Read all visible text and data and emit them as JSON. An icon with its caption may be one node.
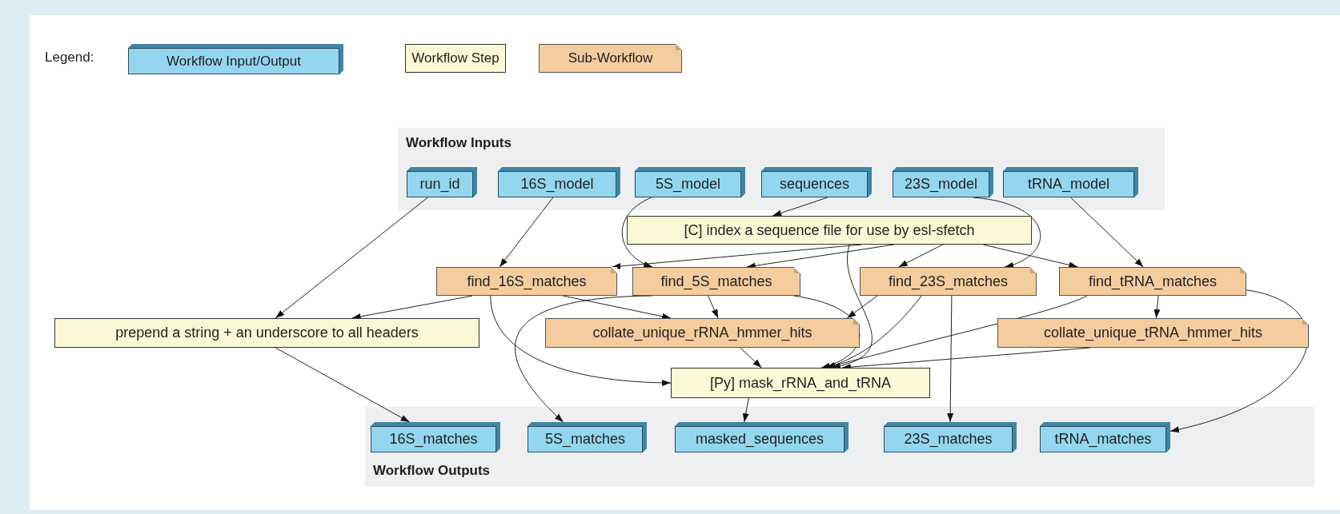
{
  "diagram": {
    "nodes": [
      {
        "text": [
          "Workflow Inputs"
        ]
      },
      {
        "text": [
          "run_id"
        ],
        "in": 0
      },
      {
        "text": [
          "16S_model"
        ],
        "in": 0
      },
      {
        "text": [
          "5S_model"
        ],
        "in": 0
      },
      {
        "text": [
          "sequences"
        ],
        "in": 0
      },
      {
        "text": [
          "23S_model"
        ],
        "in": 0
      },
      {
        "text": [
          "tRNA_model"
        ],
        "in": 0
      },
      {
        "text": [
          "[C] index a sequence file for use by esl-sfetch"
        ]
      },
      {
        "text": [
          "find_16S_matches"
        ]
      },
      {
        "text": [
          "find_5S_matches"
        ]
      },
      {
        "text": [
          "find_23S_matches"
        ]
      },
      {
        "text": [
          "find_tRNA_matches"
        ]
      },
      {
        "text": [
          "prepend a string + an underscore to all headers"
        ]
      },
      {
        "text": [
          "collate_unique_rRNA_hmmer_hits"
        ]
      },
      {
        "text": [
          "collate_unique_tRNA_hmmer_hits"
        ]
      },
      {
        "text": [
          "[Py] mask_rRNA_and_tRNA"
        ]
      },
      {
        "text": [
          "Workflow Outputs"
        ]
      },
      {
        "text": [
          "16S_matches"
        ],
        "in": 16
      },
      {
        "text": [
          "5S_matches"
        ],
        "in": 16
      },
      {
        "text": [
          "masked_sequences"
        ],
        "in": 16
      },
      {
        "text": [
          "23S_matches"
        ],
        "in": 16
      },
      {
        "text": [
          "tRNA_matches"
        ],
        "in": 16
      }
    ],
    "edges": [
      {
        "from": 1,
        "to": 12,
        "arrow": "to"
      },
      {
        "from": 2,
        "to": 8,
        "arrow": "to"
      },
      {
        "from": 3,
        "to": 9,
        "arrow": "to"
      },
      {
        "from": 4,
        "to": 7,
        "arrow": "to"
      },
      {
        "from": 5,
        "to": 10,
        "arrow": "to"
      },
      {
        "from": 6,
        "to": 11,
        "arrow": "to"
      },
      {
        "from": 7,
        "to": 8,
        "arrow": "to"
      },
      {
        "from": 7,
        "to": 9,
        "arrow": "to"
      },
      {
        "from": 7,
        "to": 10,
        "arrow": "to"
      },
      {
        "from": 7,
        "to": 11,
        "arrow": "to"
      },
      {
        "from": 7,
        "to": 15,
        "arrow": "to"
      },
      {
        "from": 8,
        "to": 12,
        "arrow": "to"
      },
      {
        "from": 8,
        "to": 13,
        "arrow": "to"
      },
      {
        "from": 8,
        "to": 15,
        "arrow": "to"
      },
      {
        "from": 9,
        "to": 13,
        "arrow": "to"
      },
      {
        "from": 9,
        "to": 18,
        "arrow": "to"
      },
      {
        "from": 9,
        "to": 15,
        "arrow": "to"
      },
      {
        "from": 10,
        "to": 13,
        "arrow": "to"
      },
      {
        "from": 10,
        "to": 15,
        "arrow": "to"
      },
      {
        "from": 10,
        "to": 20,
        "arrow": "to"
      },
      {
        "from": 11,
        "to": 14,
        "arrow": "to"
      },
      {
        "from": 11,
        "to": 15,
        "arrow": "to"
      },
      {
        "from": 11,
        "to": 21,
        "arrow": "to"
      },
      {
        "from": 13,
        "to": 15,
        "arrow": "to"
      },
      {
        "from": 14,
        "to": 15,
        "arrow": "to"
      },
      {
        "from": 15,
        "to": 19,
        "arrow": "to"
      },
      {
        "from": 12,
        "to": 17,
        "arrow": "to"
      }
    ],
    "labels": [
      "Legend:"
    ],
    "legend": [
      {
        "text": "Workflow Input/Output",
        "color": "#94d6f0"
      },
      {
        "text": "Workflow Step",
        "color": "#fbf9d5"
      },
      {
        "text": "Sub-Workflow",
        "color": "#f5cc9e"
      }
    ]
  }
}
